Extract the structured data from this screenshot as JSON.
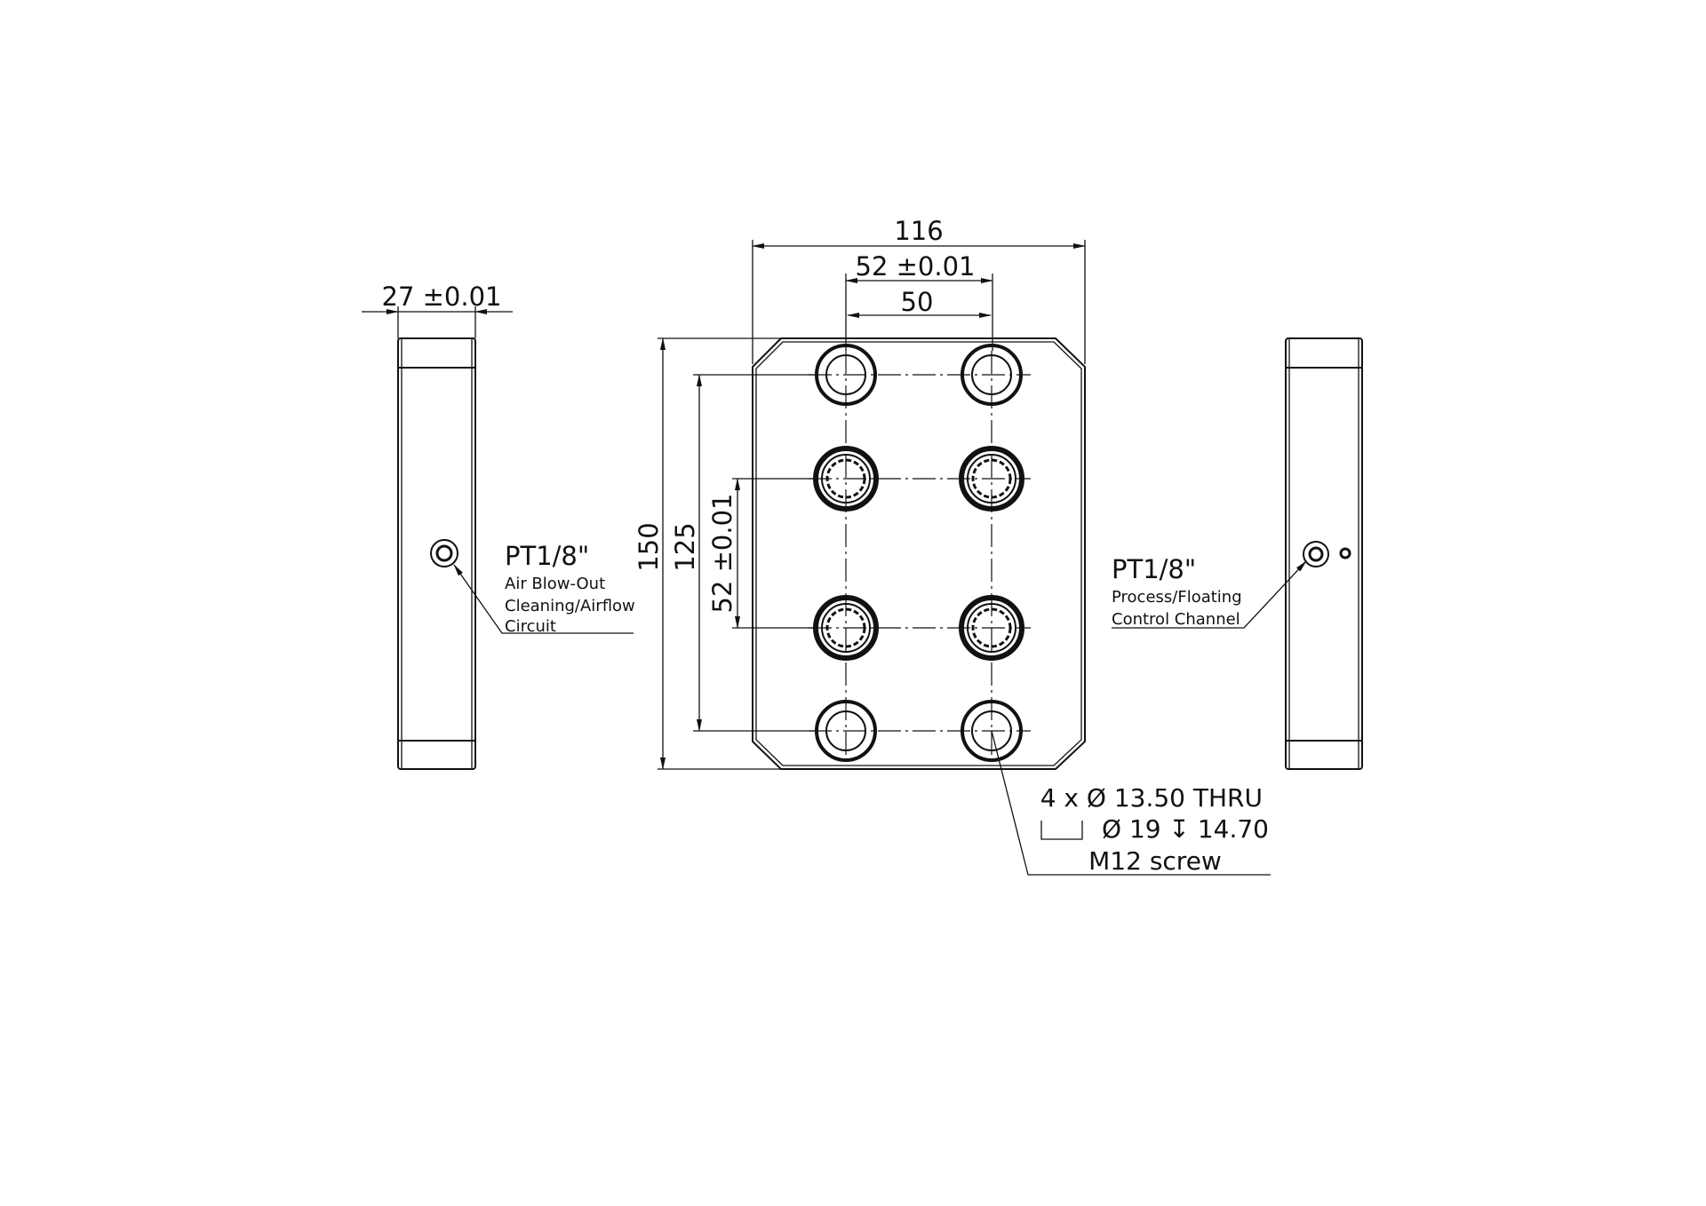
{
  "drawing": {
    "side_left": {
      "width_dim": "27 ±0.01",
      "port_label": "PT1/8\"",
      "port_desc": [
        "Air Blow-Out",
        "Cleaning/Airflow",
        "Circuit"
      ]
    },
    "front": {
      "overall_width": "116",
      "hole_spacing_outer": "52 ±0.01",
      "hole_spacing_inner": "50",
      "overall_height": "150",
      "hole_height": "125",
      "hole_spacing_vertical": "52 ±0.01",
      "callout": [
        "4 x Ø 13.50 THRU",
        "Ø 19 ↧ 14.70",
        "M12  screw"
      ]
    },
    "side_right": {
      "port_label": "PT1/8\"",
      "port_desc": [
        "Process/Floating",
        "Control Channel"
      ]
    }
  }
}
